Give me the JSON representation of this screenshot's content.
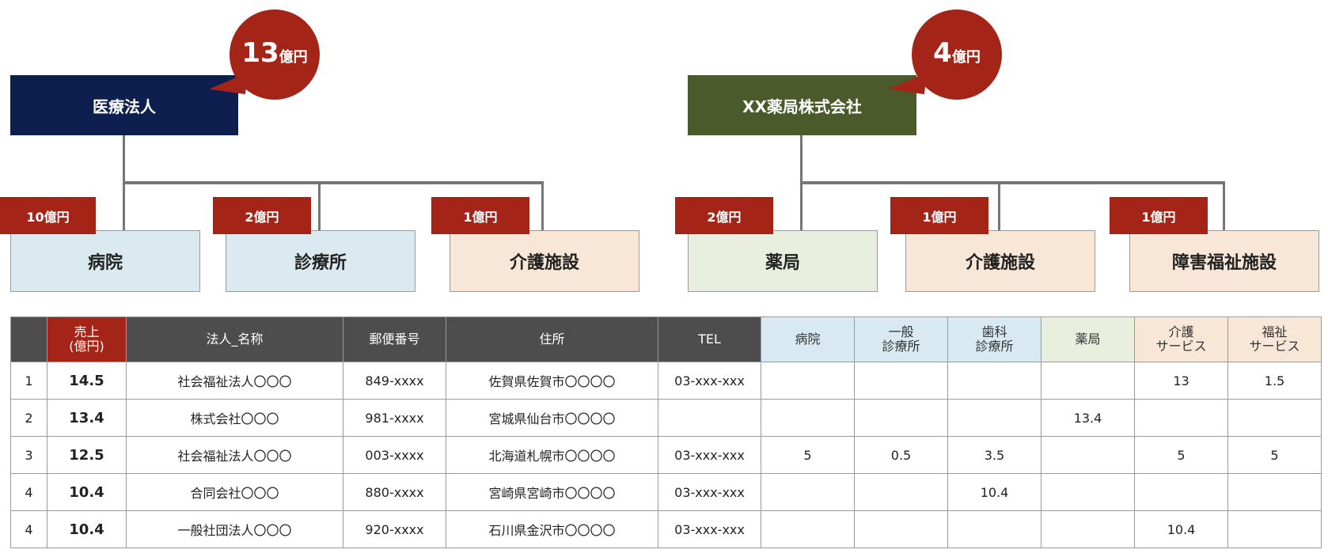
{
  "groups": [
    {
      "parent": {
        "label": "医療法人",
        "color": "#0c1f4f"
      },
      "bubble": {
        "value": "13",
        "unit": "億円"
      },
      "children": [
        {
          "label": "病院",
          "amount": "10億円",
          "color": "#dbe9f1"
        },
        {
          "label": "診療所",
          "amount": "2億円",
          "color": "#dbe9f1"
        },
        {
          "label": "介護施設",
          "amount": "1億円",
          "color": "#f8e6d7"
        }
      ]
    },
    {
      "parent": {
        "label": "XX薬局株式会社",
        "color": "#4a5a2a"
      },
      "bubble": {
        "value": "4",
        "unit": "億円"
      },
      "children": [
        {
          "label": "薬局",
          "amount": "2億円",
          "color": "#e9efdf"
        },
        {
          "label": "介護施設",
          "amount": "1億円",
          "color": "#f8e6d7"
        },
        {
          "label": "障害福祉施設",
          "amount": "1億円",
          "color": "#f8e6d7"
        }
      ]
    }
  ],
  "table": {
    "headers": [
      {
        "label": "",
        "style": "dark"
      },
      {
        "label": "売上\n(億円)",
        "style": "red"
      },
      {
        "label": "法人_名称",
        "style": "dark"
      },
      {
        "label": "郵便番号",
        "style": "dark"
      },
      {
        "label": "住所",
        "style": "dark"
      },
      {
        "label": "TEL",
        "style": "dark"
      },
      {
        "label": "病院",
        "style": "blue"
      },
      {
        "label": "一般\n診療所",
        "style": "blue"
      },
      {
        "label": "歯科\n診療所",
        "style": "blue"
      },
      {
        "label": "薬局",
        "style": "green"
      },
      {
        "label": "介護\nサービス",
        "style": "peach"
      },
      {
        "label": "福祉\nサービス",
        "style": "peach"
      }
    ],
    "rows": [
      [
        "1",
        "14.5",
        "社会福祉法人〇〇〇",
        "849-xxxx",
        "佐賀県佐賀市〇〇〇〇",
        "03-xxx-xxx",
        "",
        "",
        "",
        "",
        "13",
        "1.5"
      ],
      [
        "2",
        "13.4",
        "株式会社〇〇〇",
        "981-xxxx",
        "宮城県仙台市〇〇〇〇",
        "",
        "",
        "",
        "",
        "13.4",
        "",
        ""
      ],
      [
        "3",
        "12.5",
        "社会福祉法人〇〇〇",
        "003-xxxx",
        "北海道札幌市〇〇〇〇",
        "03-xxx-xxx",
        "5",
        "0.5",
        "3.5",
        "",
        "5",
        "5"
      ],
      [
        "4",
        "10.4",
        "合同会社〇〇〇",
        "880-xxxx",
        "宮崎県宮崎市〇〇〇〇",
        "03-xxx-xxx",
        "",
        "",
        "10.4",
        "",
        "",
        ""
      ],
      [
        "4",
        "10.4",
        "一般社団法人〇〇〇",
        "920-xxxx",
        "石川県金沢市〇〇〇〇",
        "03-xxx-xxx",
        "",
        "",
        "",
        "",
        "10.4",
        ""
      ]
    ]
  }
}
